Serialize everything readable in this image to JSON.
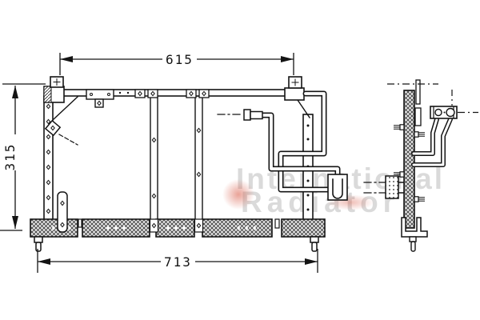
{
  "dims": {
    "top_width": "615",
    "left_height": "315",
    "bottom_width": "713"
  },
  "watermark": {
    "line1": "International",
    "line2": "Radiator"
  },
  "colors": {
    "line": "#141414",
    "watermark_gray": "#d2d2d2",
    "watermark_red": "#d75541",
    "background": "#ffffff"
  }
}
